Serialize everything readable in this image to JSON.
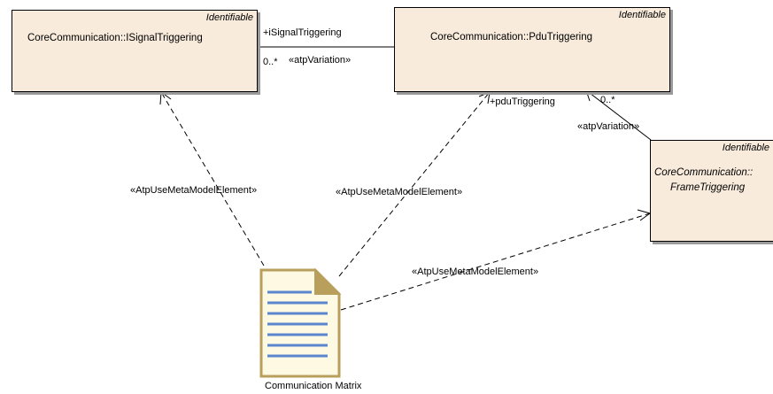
{
  "classes": {
    "isignal_triggering": {
      "stereotype": "Identifiable",
      "name": "CoreCommunication::ISignalTriggering"
    },
    "pdu_triggering": {
      "stereotype": "Identifiable",
      "name": "CoreCommunication::PduTriggering"
    },
    "frame_triggering": {
      "stereotype": "Identifiable",
      "name_line1": "CoreCommunication::",
      "name_line2": "FrameTriggering"
    }
  },
  "associations": {
    "isignal": {
      "role": "+iSignalTriggering",
      "multiplicity": "0..*",
      "stereotype": "«atpVariation»"
    },
    "pdu": {
      "role": "+pduTriggering",
      "multiplicity": "0..*",
      "stereotype": "«atpVariation»"
    }
  },
  "dependencies": {
    "to_isignal": "«AtpUseMetaModelElement»",
    "to_pdu": "«AtpUseMetaModelElement»",
    "to_frame": "«AtpUseMetaModelElement»"
  },
  "artifact": {
    "name": "Communication Matrix",
    "icon": "document-icon"
  }
}
